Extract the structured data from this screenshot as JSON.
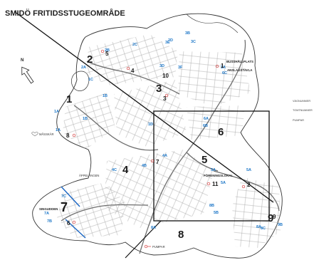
{
  "title": "SMIDÖ FRITIDSSTUGEOMRÅDE",
  "compass": "N",
  "sectors": [
    "1",
    "2",
    "3",
    "4",
    "5",
    "6",
    "7",
    "8",
    "9"
  ],
  "road_labels": [
    "1A",
    "1A",
    "1B",
    "1B",
    "1C",
    "1D",
    "2A",
    "2B",
    "2C",
    "2D",
    "3A",
    "3B",
    "3C",
    "3D",
    "3E",
    "3F",
    "4A",
    "4B",
    "4C",
    "5A",
    "5A",
    "5A",
    "5B",
    "6A",
    "6B",
    "6C",
    "7A",
    "7B",
    "7C",
    "8A",
    "8A",
    "8B",
    "8C",
    "9B"
  ],
  "places": {
    "bus_stop": "BUSSHÅLLPLATS",
    "notice_board": "ANSLAGSTAVLA",
    "midsummer": "MÅSSKÄR",
    "apple_meadow": "ÄPPELÄNGEN",
    "association_hall": "FÖRENINGSLOKAL",
    "singudden": "SINGUDDEN"
  },
  "legend": {
    "road_number": "VÄGNUMMER",
    "plot_number": "TOMTNUMMER",
    "pumps": "PUMPAR",
    "pump_marker": "PUMPAR"
  },
  "pumps": [
    "1",
    "2",
    "3",
    "4",
    "5",
    "6",
    "7",
    "8",
    "9",
    "10",
    "11"
  ],
  "colors": {
    "land": "#ffffff",
    "outline": "#333333",
    "plot_line": "#9a9a9a",
    "road_code": "#1f78c8",
    "pump": "#d43838",
    "shore_line": "#1a66c4",
    "frame": "#111111"
  }
}
